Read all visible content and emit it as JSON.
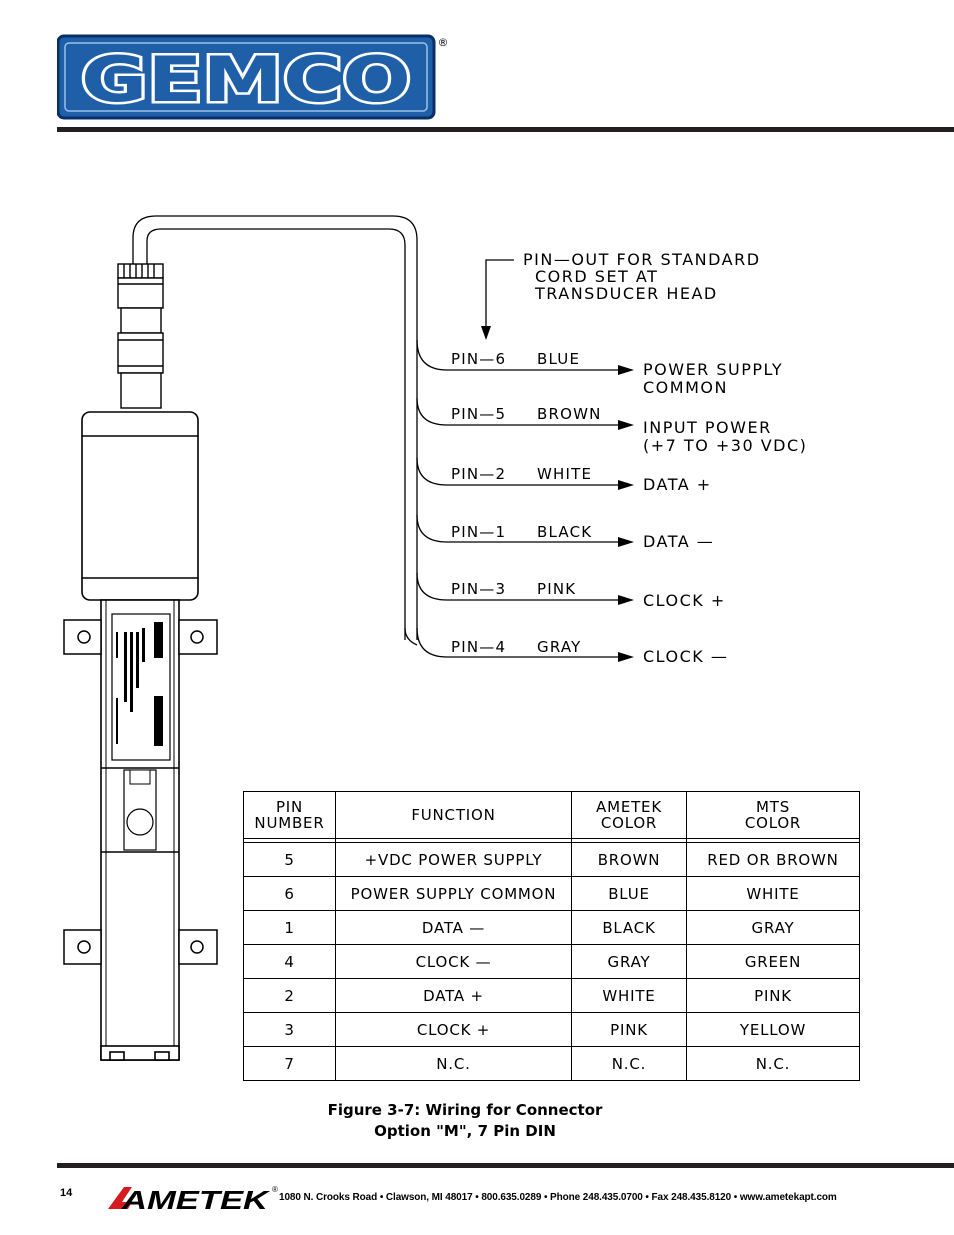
{
  "header": {
    "brand": "GEMCO",
    "registered": "®"
  },
  "diagram": {
    "note_lines": [
      "PIN—OUT  FOR  STANDARD",
      "CORD  SET  AT",
      "TRANSDUCER  HEAD"
    ],
    "wires": [
      {
        "pin": "PIN—6",
        "color": "BLUE",
        "signal": [
          "POWER  SUPPLY",
          "COMMON"
        ]
      },
      {
        "pin": "PIN—5",
        "color": "BROWN",
        "signal": [
          "INPUT  POWER",
          "(+7  TO  +30  VDC)"
        ]
      },
      {
        "pin": "PIN—2",
        "color": "WHITE",
        "signal": [
          "DATA  +"
        ]
      },
      {
        "pin": "PIN—1",
        "color": "BLACK",
        "signal": [
          "DATA  —"
        ]
      },
      {
        "pin": "PIN—3",
        "color": "PINK",
        "signal": [
          "CLOCK  +"
        ]
      },
      {
        "pin": "PIN—4",
        "color": "GRAY",
        "signal": [
          "CLOCK  —"
        ]
      }
    ]
  },
  "table": {
    "headers": [
      [
        "PIN",
        "NUMBER"
      ],
      [
        "FUNCTION"
      ],
      [
        "AMETEK",
        "COLOR"
      ],
      [
        "MTS",
        "COLOR"
      ]
    ],
    "rows": [
      [
        "5",
        "+VDC  POWER  SUPPLY",
        "BROWN",
        "RED  OR  BROWN"
      ],
      [
        "6",
        "POWER  SUPPLY  COMMON",
        "BLUE",
        "WHITE"
      ],
      [
        "1",
        "DATA  —",
        "BLACK",
        "GRAY"
      ],
      [
        "4",
        "CLOCK  —",
        "GRAY",
        "GREEN"
      ],
      [
        "2",
        "DATA  +",
        "WHITE",
        "PINK"
      ],
      [
        "3",
        "CLOCK  +",
        "PINK",
        "YELLOW"
      ],
      [
        "7",
        "N.C.",
        "N.C.",
        "N.C."
      ]
    ]
  },
  "caption": {
    "line1": "Figure 3-7: Wiring for Connector",
    "line2": "Option \"M\", 7 Pin DIN"
  },
  "footer": {
    "page_number": "14",
    "brand": "AMETEK",
    "registered": "®",
    "address": "1080 N. Crooks Road • Clawson, MI 48017 • 800.635.0289 • Phone 248.435.0700 • Fax 248.435.8120 • www.ametekapt.com"
  },
  "colors": {
    "logo_blue": "#1f5fa8",
    "logo_dark": "#0a2f66",
    "rule": "#231f20"
  }
}
